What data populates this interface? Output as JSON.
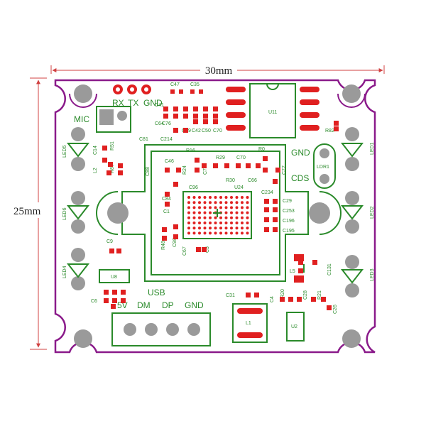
{
  "dimensions": {
    "width": "30mm",
    "height": "25mm"
  },
  "colors": {
    "board_outline": "#8a1a8a",
    "silkscreen": "#2a8a2a",
    "copper_pad": "#e02020",
    "hole": "#9a9a9a",
    "dimension_line": "#d04040"
  },
  "header_labels": {
    "rx": "RX",
    "tx": "TX",
    "gnd": "GND"
  },
  "mic_label": "MIC",
  "usb": {
    "title": "USB",
    "pins": [
      "5V",
      "DM",
      "DP",
      "GND"
    ]
  },
  "ldr": {
    "gnd": "GND",
    "cds": "CDS",
    "name": "LDR1"
  },
  "ics": {
    "u11": "U11",
    "u24": "U24",
    "u8": "U8",
    "u2": "U2",
    "l1": "L1",
    "l5": "L5",
    "l2": "L2"
  },
  "leds": [
    "LED5",
    "LED6",
    "LED4",
    "LED1",
    "LED2",
    "LED3"
  ],
  "components": {
    "c47": "C47",
    "c35": "C35",
    "c41": "C41",
    "c64": "C64",
    "c76": "C76",
    "c49": "C49",
    "c42": "C42",
    "c50": "C50",
    "c70a": "C70",
    "c81": "C81",
    "c214": "C214",
    "c14": "C14",
    "r51": "R51",
    "r87": "R87",
    "c88": "C88",
    "c46": "C46",
    "r16": "R16",
    "r24": "R24",
    "c79": "C79",
    "r29": "R29",
    "c70": "C70",
    "r0": "R0",
    "c77": "C77",
    "r30": "R30",
    "c66": "C66",
    "c96": "C96",
    "c234": "C234",
    "c84": "C84",
    "c1": "C1",
    "c29": "C29",
    "c253": "C253",
    "c196": "C196",
    "c195": "C195",
    "r48": "R48",
    "c98": "C98",
    "c67": "C67",
    "c3": "C3",
    "c9": "C9",
    "c6": "C6",
    "c31": "C31",
    "c4": "C4",
    "r20": "R20",
    "c28": "C28",
    "r21": "R21",
    "c26": "C26",
    "c131": "C131",
    "r82": "R82"
  }
}
